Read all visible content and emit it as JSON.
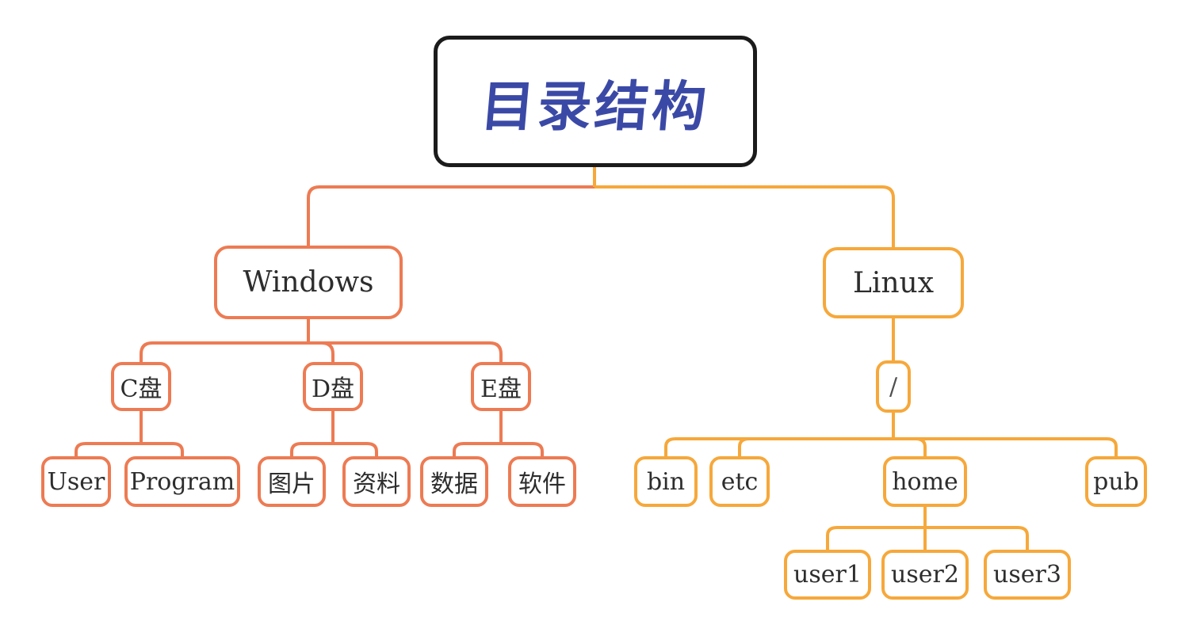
{
  "colors": {
    "windows_branch": "#ED7B53",
    "linux_branch": "#F6A83B",
    "root_border": "#1B1B1B",
    "title_text": "#3B49A6",
    "node_text": "#2D2D2D",
    "slash_text": "#4F4F4F",
    "background": "#FFFFFF"
  },
  "mindmap": {
    "root": {
      "label": "目录结构"
    },
    "branches": [
      {
        "label": "Windows",
        "children": [
          {
            "label": "C盘",
            "children": [
              {
                "label": "User"
              },
              {
                "label": "Program"
              }
            ]
          },
          {
            "label": "D盘",
            "children": [
              {
                "label": "图片"
              },
              {
                "label": "资料"
              }
            ]
          },
          {
            "label": "E盘",
            "children": [
              {
                "label": "数据"
              },
              {
                "label": "软件"
              }
            ]
          }
        ]
      },
      {
        "label": "Linux",
        "children": [
          {
            "label": "/",
            "children": [
              {
                "label": "bin"
              },
              {
                "label": "etc"
              },
              {
                "label": "home",
                "children": [
                  {
                    "label": "user1"
                  },
                  {
                    "label": "user2"
                  },
                  {
                    "label": "user3"
                  }
                ]
              },
              {
                "label": "pub"
              }
            ]
          }
        ]
      }
    ]
  }
}
